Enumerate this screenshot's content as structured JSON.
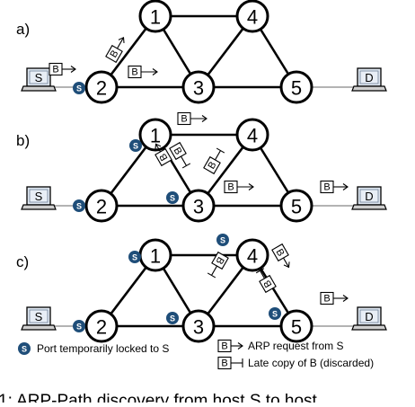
{
  "panels": [
    {
      "id": "a",
      "label": "a)"
    },
    {
      "id": "b",
      "label": "b)"
    },
    {
      "id": "c",
      "label": "c)"
    }
  ],
  "nodes": [
    "1",
    "2",
    "3",
    "4",
    "5"
  ],
  "hosts": {
    "source": "S",
    "destination": "D"
  },
  "packet": {
    "label": "B"
  },
  "lock_marker": {
    "label": "S"
  },
  "legend": {
    "lock_text": "Port temporarily locked to S",
    "request_text": "ARP request from S",
    "late_copy_text": "Late copy of B (discarded)"
  },
  "caption": {
    "text": "1:  ARP-Path discovery from host  S  to host"
  }
}
